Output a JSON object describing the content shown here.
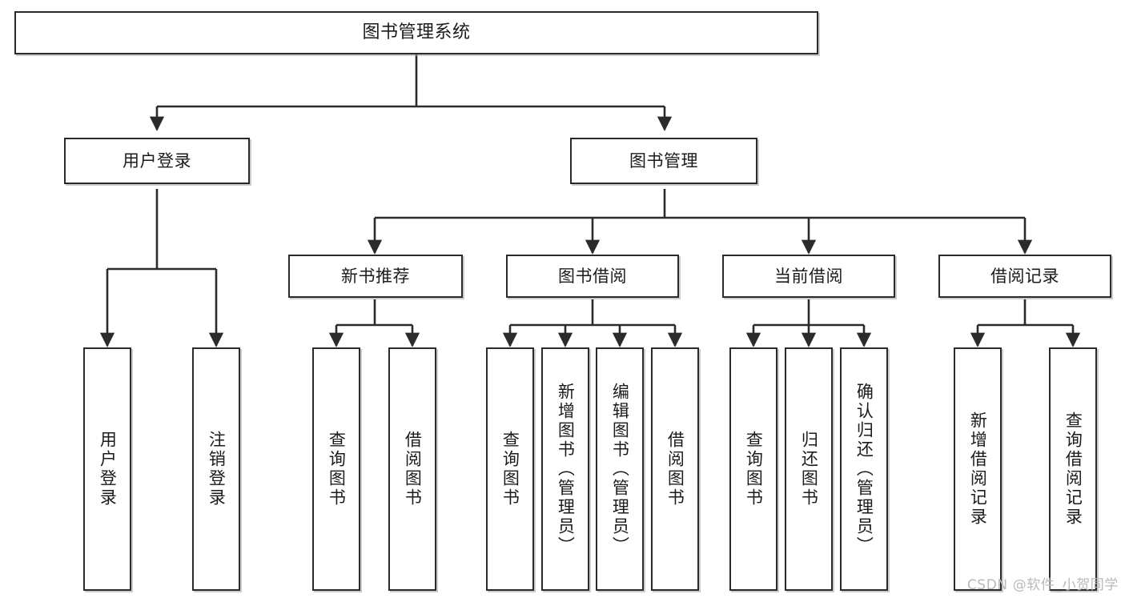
{
  "diagram": {
    "type": "tree",
    "orientation": "top-down",
    "title": "图书管理系统",
    "watermark": "CSDN @软件_小贺同学",
    "colors": {
      "background": "#ffffff",
      "node_border": "#2b2b2b",
      "node_fill": "#ffffff",
      "edge": "#2b2b2b",
      "text": "#1b1b1b",
      "watermark": "#b9b9b9"
    },
    "nodes": {
      "root": {
        "label": "图书管理系统"
      },
      "level2": [
        {
          "id": "user-login",
          "label": "用户登录"
        },
        {
          "id": "book-manage",
          "label": "图书管理"
        }
      ],
      "level3": [
        {
          "id": "new-book-rec",
          "label": "新书推荐"
        },
        {
          "id": "book-borrow",
          "label": "图书借阅"
        },
        {
          "id": "current-borrow",
          "label": "当前借阅"
        },
        {
          "id": "borrow-record",
          "label": "借阅记录"
        }
      ],
      "leaves": {
        "user_login": [
          {
            "id": "leaf-user-login",
            "label": "用户登录"
          },
          {
            "id": "leaf-user-logout",
            "label": "注销登录"
          }
        ],
        "new_book_rec": [
          {
            "id": "leaf-query-book-1",
            "label": "查询图书"
          },
          {
            "id": "leaf-borrow-book-1",
            "label": "借阅图书"
          }
        ],
        "book_borrow": [
          {
            "id": "leaf-query-book-2",
            "label": "查询图书"
          },
          {
            "id": "leaf-add-book",
            "label": "新增图书（管理员）"
          },
          {
            "id": "leaf-edit-book",
            "label": "编辑图书（管理员）"
          },
          {
            "id": "leaf-borrow-book-2",
            "label": "借阅图书"
          }
        ],
        "current_borrow": [
          {
            "id": "leaf-query-book-3",
            "label": "查询图书"
          },
          {
            "id": "leaf-return-book",
            "label": "归还图书"
          },
          {
            "id": "leaf-confirm-return",
            "label": "确认归还（管理员）"
          }
        ],
        "borrow_record": [
          {
            "id": "leaf-add-record",
            "label": "新增借阅记录"
          },
          {
            "id": "leaf-query-record",
            "label": "查询借阅记录"
          }
        ]
      }
    }
  }
}
